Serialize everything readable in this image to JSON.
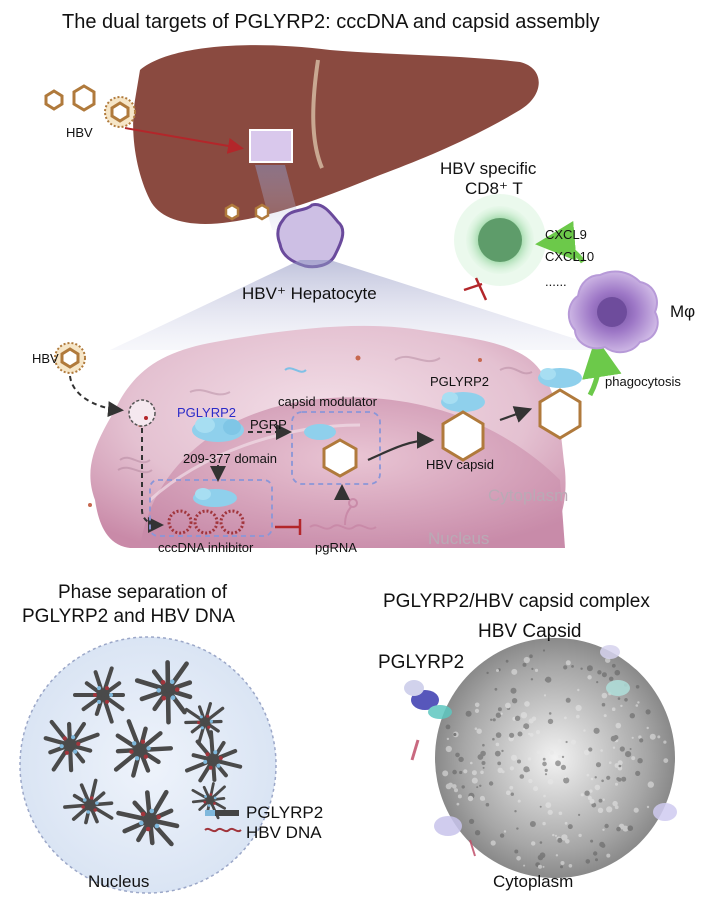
{
  "title": "The dual targets of PGLYRP2: cccDNA and capsid assembly",
  "top": {
    "hbv_label": "HBV",
    "hepatocyte_label": "HBV⁺ Hepatocyte",
    "cd8_line1": "HBV specific",
    "cd8_line2": "CD8⁺ T",
    "cxcl9": "CXCL9",
    "cxcl10": "CXCL10",
    "dots": "......",
    "macrophage": "Mφ",
    "phagocytosis": "phagocytosis"
  },
  "cell": {
    "hbv_label": "HBV",
    "pglyrp2_blue": "PGLYRP2",
    "pgrp": "PGRP",
    "domain": "209-377 domain",
    "capsid_modulator": "capsid modulator",
    "pglyrp2": "PGLYRP2",
    "hbv_capsid": "HBV capsid",
    "cytoplasm": "Cytoplasm",
    "nucleus": "Nucleus",
    "cccdna_inhibitor": "cccDNA inhibitor",
    "pgrna": "pgRNA"
  },
  "bottom_left": {
    "title_line1": "Phase separation of",
    "title_line2": "PGLYRP2 and HBV DNA",
    "legend_pglyrp2": "PGLYRP2",
    "legend_hbvdna": "HBV DNA",
    "caption": "Nucleus"
  },
  "bottom_right": {
    "title": "PGLYRP2/HBV capsid complex",
    "subtitle": "HBV Capsid",
    "pglyrp2": "PGLYRP2",
    "caption": "Cytoplasm"
  },
  "colors": {
    "liver": "#8a4a40",
    "cell_membrane": "#c98aa8",
    "cell_fill": "#e7c9d6",
    "nucleus_fill": "#d9a9c0",
    "protein": "#8fd0ec",
    "inhibit": "#b3262a",
    "capsid_edge": "#b07a3c",
    "tcell": "#8fd19a",
    "macrophage": "#a17cc6",
    "green_arrow": "#6cc94a"
  }
}
